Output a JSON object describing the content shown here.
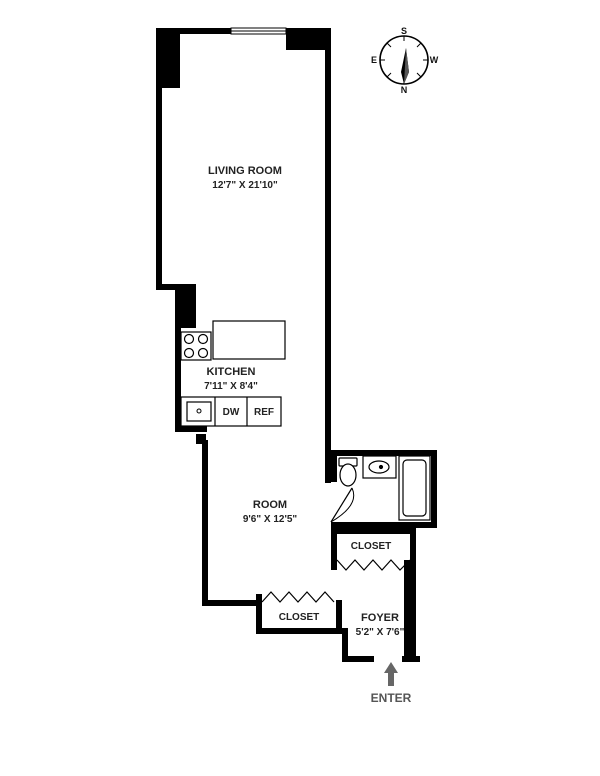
{
  "rooms": {
    "living_room": {
      "name": "LIVING ROOM",
      "dimensions": "12'7\" X 21'10\""
    },
    "kitchen": {
      "name": "KITCHEN",
      "dimensions": "7'11\" X 8'4\""
    },
    "room": {
      "name": "ROOM",
      "dimensions": "9'6\" X 12'5\""
    },
    "foyer": {
      "name": "FOYER",
      "dimensions": "5'2\" X 7'6\""
    }
  },
  "closets": {
    "upper": "CLOSET",
    "lower": "CLOSET"
  },
  "appliances": {
    "dishwasher": "DW",
    "refrigerator": "REF"
  },
  "entrance": {
    "label": "ENTER"
  },
  "compass": {
    "north": "N",
    "south": "S",
    "east": "E",
    "west": "W"
  },
  "colors": {
    "wall": "#000000",
    "line": "#222222",
    "arrow": "#666666",
    "background": "#ffffff"
  }
}
